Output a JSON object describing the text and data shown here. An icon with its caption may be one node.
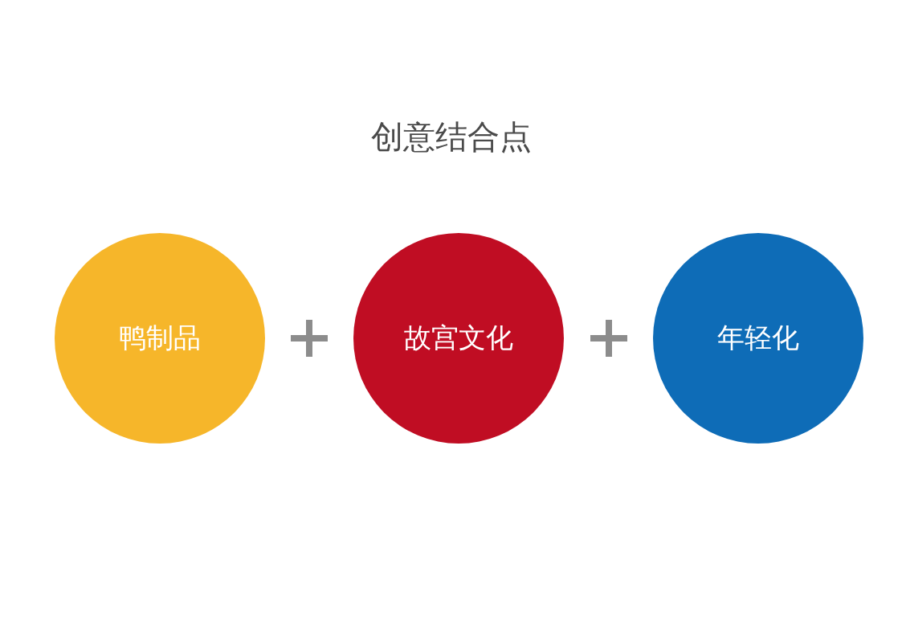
{
  "diagram": {
    "title": "创意结合点",
    "nodes": [
      {
        "text": [
          "鸭制品"
        ]
      },
      {
        "text": [
          "故宫文化"
        ]
      },
      {
        "text": [
          "年轻化"
        ]
      }
    ],
    "edges": [
      {
        "from": 0,
        "to": 1,
        "arrow": "none"
      },
      {
        "from": 1,
        "to": 2,
        "arrow": "none"
      }
    ]
  }
}
